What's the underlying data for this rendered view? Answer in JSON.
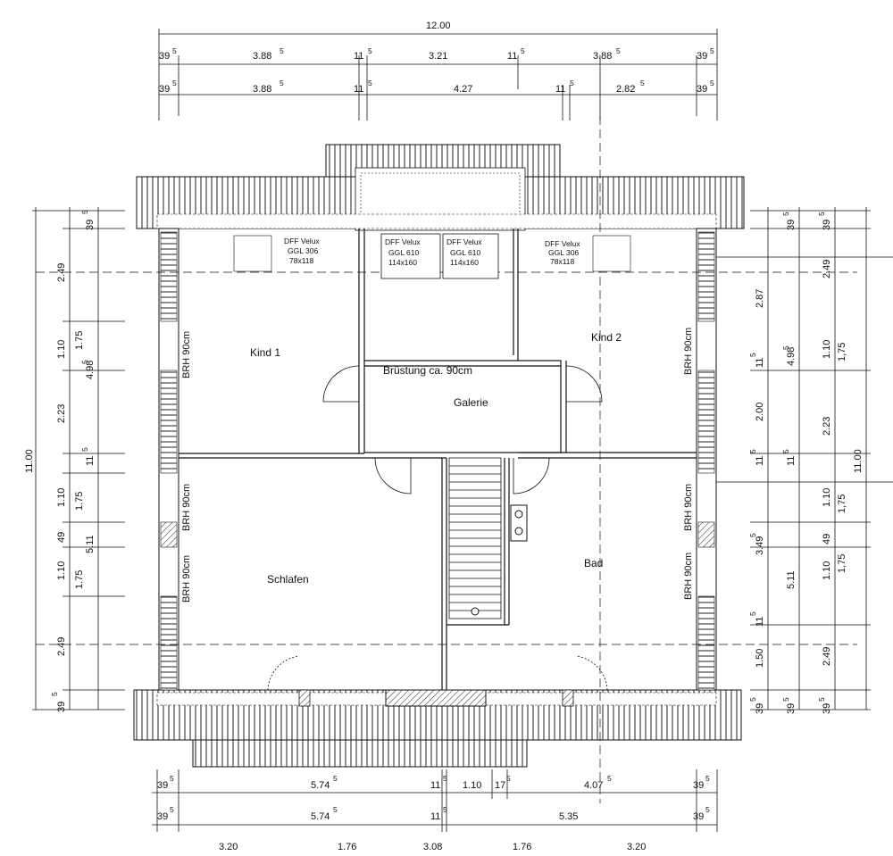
{
  "dimensions": {
    "top_total": "12.00",
    "top_row1": [
      "39",
      "5",
      "3.88",
      "5",
      "11",
      "5",
      "3.21",
      "11",
      "5",
      "3.88",
      "5",
      "39",
      "5"
    ],
    "top_row2": [
      "39",
      "5",
      "3.88",
      "5",
      "11",
      "5",
      "4.27",
      "11",
      "5",
      "2.82",
      "5",
      "39",
      "5"
    ],
    "bottom_row1": [
      "39",
      "5",
      "5.74",
      "5",
      "11",
      "5",
      "1.10",
      "17",
      "5",
      "4.07",
      "5",
      "39",
      "5"
    ],
    "bottom_row2": [
      "39",
      "5",
      "5.74",
      "5",
      "11",
      "5",
      "5.35",
      "39",
      "5"
    ],
    "bottom_row3": [
      "3.20",
      "1.76",
      "3.08",
      "1.76",
      "3.20"
    ],
    "left_total": "11.00",
    "left_outer": [
      "39",
      "5",
      "2.49",
      "1.10",
      "2.23",
      "1.10",
      "49",
      "1.10",
      "2.49",
      "39",
      "5"
    ],
    "left_inner": [
      "4.98",
      "5",
      "1.75",
      "11",
      "5",
      "1.75",
      "5.11",
      "1.75"
    ],
    "right_a": [
      "2.87",
      "11",
      "5",
      "2.00",
      "11",
      "5",
      "3.49",
      "5",
      "11",
      "5",
      "1.50",
      "39",
      "5"
    ],
    "right_b": [
      "39",
      "5",
      "4.98",
      "5",
      "11",
      "5",
      "5.11",
      "39",
      "5"
    ],
    "right_c": [
      "39",
      "5",
      "2.49",
      "1.10",
      "2.23",
      "1.10",
      "49",
      "1.10",
      "2.49",
      "39",
      "5"
    ],
    "right_d": [
      "1,75",
      "1,75",
      "1,75"
    ],
    "right_total": "11.00"
  },
  "rooms": {
    "kind1": "Kind 1",
    "kind2": "Kind 2",
    "galerie": "Galerie",
    "bruestung": "Brüstung ca. 90cm",
    "schlafen": "Schlafen",
    "bad": "Bad"
  },
  "skylights": [
    {
      "l1": "DFF Velux",
      "l2": "GGL 306",
      "l3": "78x118"
    },
    {
      "l1": "DFF Velux",
      "l2": "GGL 610",
      "l3": "114x160"
    },
    {
      "l1": "DFF Velux",
      "l2": "GGL 610",
      "l3": "114x160"
    },
    {
      "l1": "DFF Velux",
      "l2": "GGL 306",
      "l3": "78x118"
    }
  ],
  "brh_label": "BRH 90cm"
}
